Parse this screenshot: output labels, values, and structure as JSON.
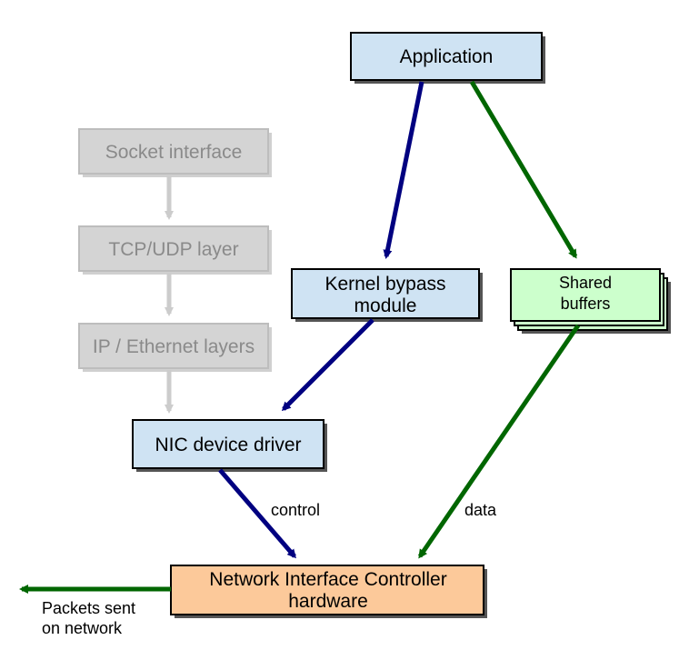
{
  "nodes": {
    "application": {
      "label": "Application"
    },
    "socket_interface": {
      "label": "Socket interface"
    },
    "tcp_udp_layer": {
      "label": "TCP/UDP layer"
    },
    "ip_ethernet_layers": {
      "label": "IP / Ethernet layers"
    },
    "kernel_bypass_module": {
      "line1": "Kernel bypass",
      "line2": "module"
    },
    "shared_buffers": {
      "line1": "Shared",
      "line2": "buffers"
    },
    "nic_device_driver": {
      "label": "NIC device driver"
    },
    "nic_hardware": {
      "line1": "Network Interface Controller",
      "line2": "hardware"
    }
  },
  "edge_labels": {
    "control": "control",
    "data": "data"
  },
  "output_label": {
    "line1": "Packets sent",
    "line2": "on network"
  },
  "colors": {
    "blue_box": "#cfe3f3",
    "green_box": "#ccffcc",
    "orange_box": "#fcc99a",
    "grey_box": "#d4d4d4",
    "control_arrow": "#000080",
    "data_arrow": "#006600",
    "grey_arrow": "#cccccc",
    "shadow": "#555555"
  }
}
